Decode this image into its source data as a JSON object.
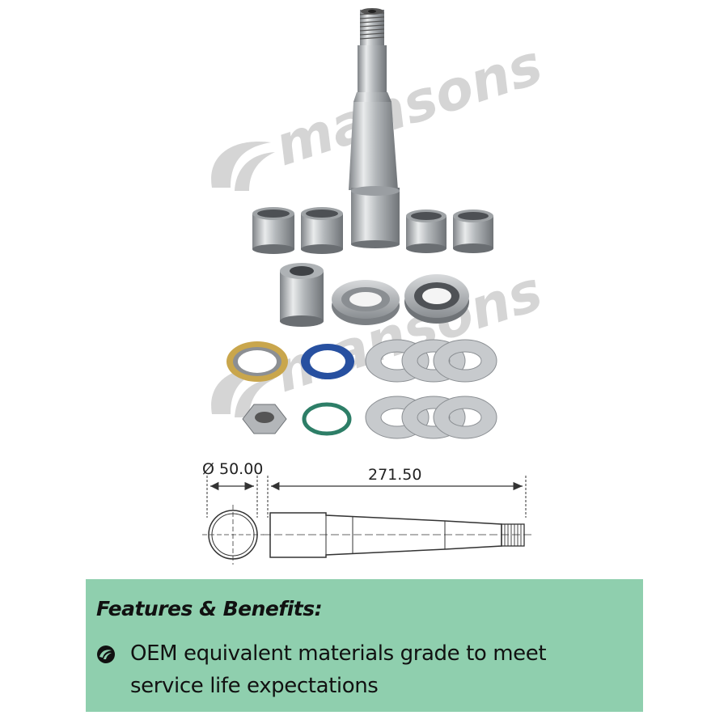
{
  "watermark": {
    "text": "mansons"
  },
  "drawing": {
    "diameter_label": "Ø 50.00",
    "length_label": "271.50"
  },
  "features": {
    "title": "Features & Benefits:",
    "items": [
      {
        "line1": "OEM equivalent materials grade to meet",
        "line2": "service life expectations"
      }
    ]
  },
  "colors": {
    "panel": "#8fcfae",
    "metal": "#b9bcbf",
    "blue_seal": "#2750a0",
    "green_ring": "#2d7e67",
    "brass": "#c9a64c"
  }
}
